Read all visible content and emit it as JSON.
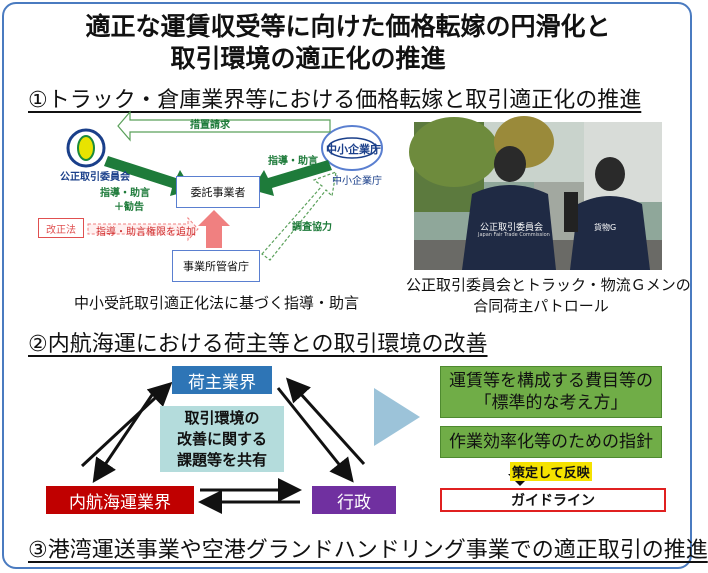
{
  "title": {
    "line1": "適正な運賃収受等に向けた価格転嫁の円滑化と",
    "line2": "取引環境の適正化の推進"
  },
  "section1": {
    "heading": "①トラック・倉庫業界等における価格転嫁と取引適正化の推進",
    "diagram": {
      "jftc_label": "公正取引委員会",
      "sme_badge": "中小企業庁",
      "sme_label": "中小企業庁",
      "measures_request": "措置請求",
      "guidance_advice": "指導・助言",
      "guidance_advice_rec_line1": "指導・助言",
      "guidance_advice_rec_line2": "＋勧告",
      "consignor": "委託事業者",
      "investigation": "調査協力",
      "revision_badge": "改正法",
      "authority_added": "指導・助言権限を追加",
      "ministry": "事業所管省庁",
      "caption": "中小受託取引適正化法に基づく指導・助言"
    },
    "photo": {
      "vest_left": "公正取引委員会",
      "vest_left_sub": "Japan Fair Trade Commission",
      "vest_right": "貨物G",
      "caption_line1": "公正取引委員会とトラック・物流Ｇメンの",
      "caption_line2": "合同荷主パトロール"
    }
  },
  "section2": {
    "heading": "②内航海運における荷主等との取引環境の改善",
    "shipper": "荷主業界",
    "shipping": "内航海運業界",
    "government": "行政",
    "center_line1": "取引環境の",
    "center_line2": "改善に関する",
    "center_line3": "課題等を共有",
    "box1_line1": "運賃等を構成する費目等の",
    "box1_line2": "「標準的な考え方」",
    "box2": "作業効率化等のための指針",
    "formulate": "策定して反映",
    "guideline": "ガイドライン"
  },
  "section3": {
    "heading": "③港湾運送事業や空港グランドハンドリング事業での適正取引の推進"
  },
  "colors": {
    "frame": "#4a7bc0",
    "shipper_blue": "#2e75b6",
    "shipping_red": "#c00000",
    "gov_purple": "#7030a0",
    "green_box": "#70ad47",
    "center_box": "#b4dcdc",
    "triangle": "#9cc3d9",
    "guideline_border": "#e02020",
    "arrow_green": "#1e7b3a",
    "arrow_pink": "#f08080"
  }
}
